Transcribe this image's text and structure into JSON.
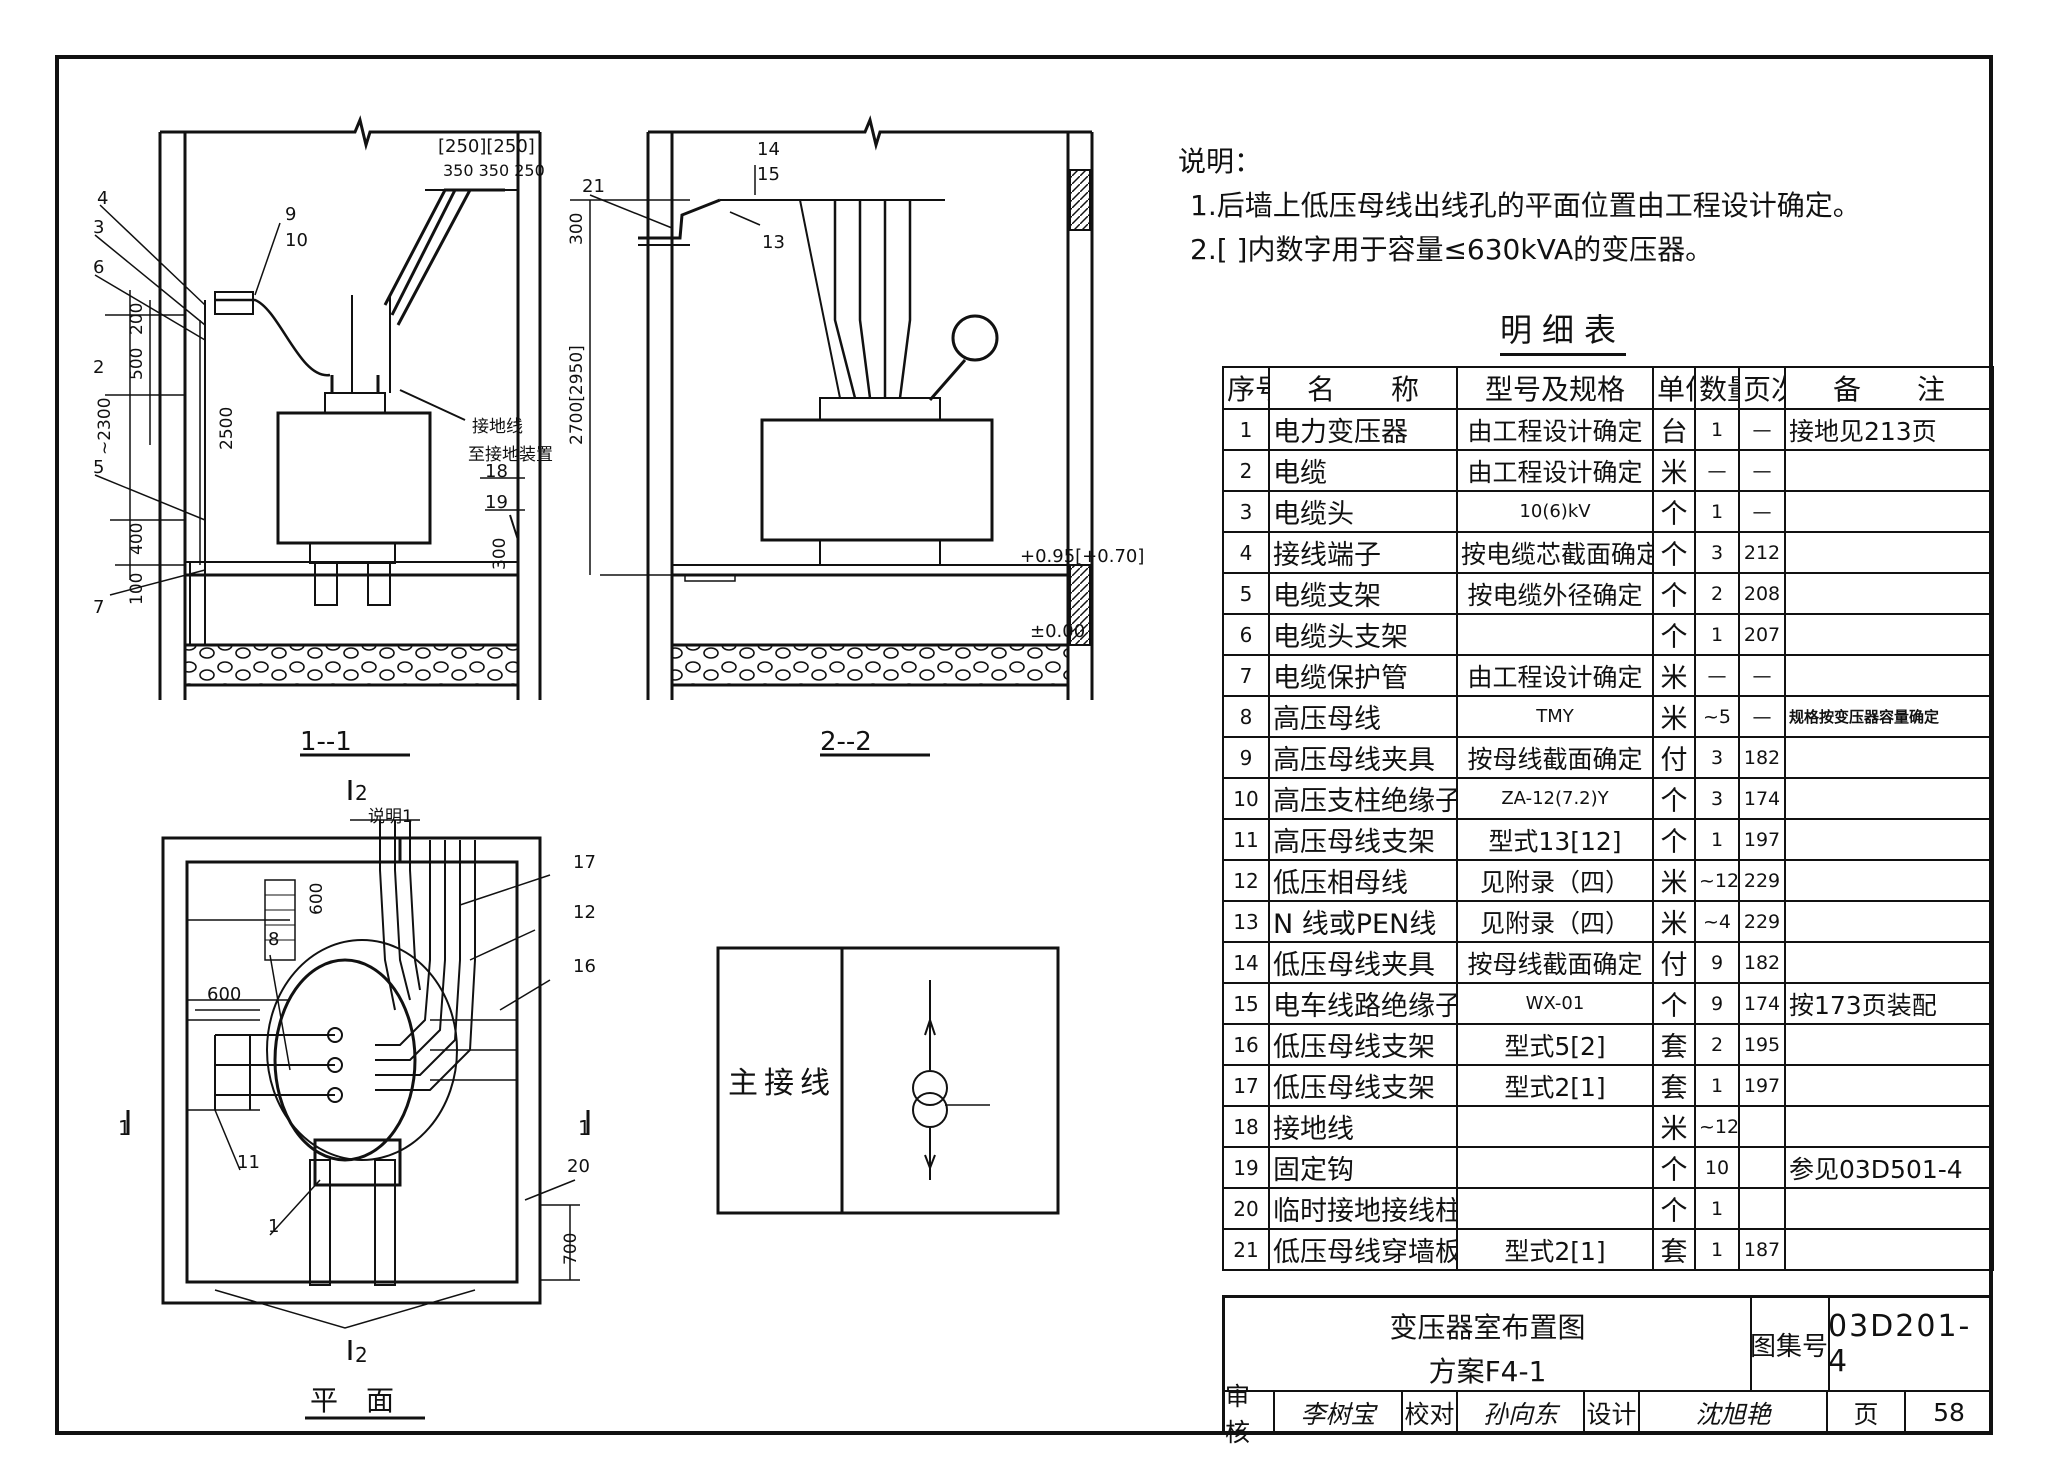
{
  "notes": {
    "title": "说明：",
    "items": [
      "1.后墙上低压母线出线孔的平面位置由工程设计确定。",
      "2.[ ]内数字用于容量≤630kVA的变压器。"
    ]
  },
  "table": {
    "title": "明细表",
    "headers": [
      "序号",
      "名　　称",
      "型号及规格",
      "单位",
      "数量",
      "页次",
      "备　　注"
    ],
    "rows": [
      {
        "no": "1",
        "name": "电力变压器",
        "spec": "由工程设计确定",
        "unit": "台",
        "qty": "1",
        "page": "—",
        "remark": "接地见213页"
      },
      {
        "no": "2",
        "name": "电缆",
        "spec": "由工程设计确定",
        "unit": "米",
        "qty": "—",
        "page": "—",
        "remark": ""
      },
      {
        "no": "3",
        "name": "电缆头",
        "spec": "10(6)kV",
        "unit": "个",
        "qty": "1",
        "page": "—",
        "remark": ""
      },
      {
        "no": "4",
        "name": "接线端子",
        "spec": "按电缆芯截面确定",
        "unit": "个",
        "qty": "3",
        "page": "212",
        "remark": ""
      },
      {
        "no": "5",
        "name": "电缆支架",
        "spec": "按电缆外径确定",
        "unit": "个",
        "qty": "2",
        "page": "208",
        "remark": ""
      },
      {
        "no": "6",
        "name": "电缆头支架",
        "spec": "",
        "unit": "个",
        "qty": "1",
        "page": "207",
        "remark": ""
      },
      {
        "no": "7",
        "name": "电缆保护管",
        "spec": "由工程设计确定",
        "unit": "米",
        "qty": "—",
        "page": "—",
        "remark": ""
      },
      {
        "no": "8",
        "name": "高压母线",
        "spec": "TMY",
        "unit": "米",
        "qty": "~5",
        "page": "—",
        "remark": "规格按变压器容量确定"
      },
      {
        "no": "9",
        "name": "高压母线夹具",
        "spec": "按母线截面确定",
        "unit": "付",
        "qty": "3",
        "page": "182",
        "remark": ""
      },
      {
        "no": "10",
        "name": "高压支柱绝缘子",
        "spec": "ZA-12(7.2)Y",
        "unit": "个",
        "qty": "3",
        "page": "174",
        "remark": ""
      },
      {
        "no": "11",
        "name": "高压母线支架",
        "spec": "型式13[12]",
        "unit": "个",
        "qty": "1",
        "page": "197",
        "remark": ""
      },
      {
        "no": "12",
        "name": "低压相母线",
        "spec": "见附录（四）",
        "unit": "米",
        "qty": "~12",
        "page": "229",
        "remark": ""
      },
      {
        "no": "13",
        "name": "N 线或PEN线",
        "spec": "见附录（四）",
        "unit": "米",
        "qty": "~4",
        "page": "229",
        "remark": ""
      },
      {
        "no": "14",
        "name": "低压母线夹具",
        "spec": "按母线截面确定",
        "unit": "付",
        "qty": "9",
        "page": "182",
        "remark": ""
      },
      {
        "no": "15",
        "name": "电车线路绝缘子",
        "spec": "WX-01",
        "unit": "个",
        "qty": "9",
        "page": "174",
        "remark": "按173页装配"
      },
      {
        "no": "16",
        "name": "低压母线支架",
        "spec": "型式5[2]",
        "unit": "套",
        "qty": "2",
        "page": "195",
        "remark": ""
      },
      {
        "no": "17",
        "name": "低压母线支架",
        "spec": "型式2[1]",
        "unit": "套",
        "qty": "1",
        "page": "197",
        "remark": ""
      },
      {
        "no": "18",
        "name": "接地线",
        "spec": "",
        "unit": "米",
        "qty": "~12",
        "page": "",
        "remark": ""
      },
      {
        "no": "19",
        "name": "固定钩",
        "spec": "",
        "unit": "个",
        "qty": "10",
        "page": "",
        "remark": "参见03D501-4"
      },
      {
        "no": "20",
        "name": "临时接地接线柱",
        "spec": "",
        "unit": "个",
        "qty": "1",
        "page": "",
        "remark": ""
      },
      {
        "no": "21",
        "name": "低压母线穿墙板",
        "spec": "型式2[1]",
        "unit": "套",
        "qty": "1",
        "page": "187",
        "remark": ""
      }
    ]
  },
  "title_block": {
    "title": "变压器室布置图",
    "subtitle": "方案F4-1",
    "atlas_label": "图集号",
    "atlas_no": "03D201-4",
    "review_label": "审核",
    "check_label": "校对",
    "design_label": "设计",
    "page_label": "页",
    "page_no": "58"
  },
  "drawing": {
    "section1_label": "1--1",
    "section2_label": "2--2",
    "plan_label": "平　面",
    "main_wiring_label": "主接线",
    "ground_wire_label": "接地线",
    "ground_device_label": "至接地装置",
    "note_ref_label": "说明1",
    "dim_250_250": "[250][250]",
    "dim_350_350_250": "350 350 250",
    "dim_300": "300",
    "dim_2700": "2700[2950]",
    "dim_2300": "~2300",
    "dim_500": "500",
    "dim_200": "200",
    "dim_2500": "2500",
    "dim_400": "400",
    "dim_100": "100",
    "dim_300b": "300",
    "dim_600a": "600",
    "dim_600b": "600",
    "dim_700": "700",
    "elev_095": "+0.95[+0.70]",
    "elev_000": "±0.00",
    "cut_1": "1",
    "cut_2": "2",
    "callouts": [
      "4",
      "3",
      "6",
      "2",
      "5",
      "7",
      "9",
      "10",
      "18",
      "19",
      "21",
      "14",
      "15",
      "13",
      "8",
      "17",
      "12",
      "16",
      "11",
      "20",
      "1"
    ]
  }
}
